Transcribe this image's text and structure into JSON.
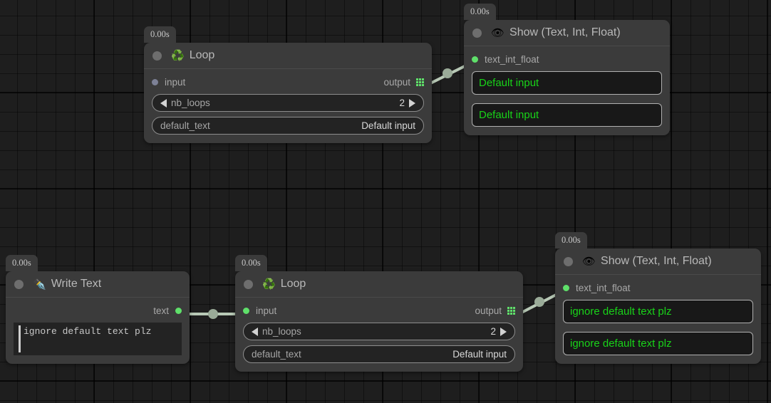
{
  "canvas": {
    "background_color": "#1e1e1e",
    "grid_line_color": "#000000",
    "accent_green": "#5fe06a",
    "display_text_green": "#18d318",
    "node_background": "#3b3b3b",
    "edge_color": "#b8c9b6"
  },
  "nodes": [
    {
      "id": "loop-1",
      "time_badge": "0.00s",
      "icon": "recycle-icon",
      "icon_glyph": "♻️",
      "title": "Loop",
      "ports": {
        "input_label": "input",
        "input_state": "unconnected",
        "output_label": "output"
      },
      "widgets": [
        {
          "kind": "stepper",
          "name": "nb_loops",
          "value": "2",
          "left_arrow": "decrement-arrow",
          "right_arrow": "increment-arrow"
        },
        {
          "kind": "text",
          "name": "default_text",
          "value": "Default input"
        }
      ]
    },
    {
      "id": "show-1",
      "time_badge": "0.00s",
      "icon": "eye-icon",
      "icon_glyph": "👁",
      "title": "Show (Text, Int, Float)",
      "ports": {
        "input_label": "text_int_float",
        "input_state": "connected"
      },
      "display_boxes": [
        "Default input",
        "Default input"
      ]
    },
    {
      "id": "write-text",
      "time_badge": "0.00s",
      "icon": "pen-nib-icon",
      "icon_glyph": "✒️",
      "title": "Write Text",
      "ports": {
        "output_label": "text",
        "output_state": "connected"
      },
      "text_area_value": "ignore default text plz"
    },
    {
      "id": "loop-2",
      "time_badge": "0.00s",
      "icon": "recycle-icon",
      "icon_glyph": "♻️",
      "title": "Loop",
      "ports": {
        "input_label": "input",
        "input_state": "connected",
        "output_label": "output"
      },
      "widgets": [
        {
          "kind": "stepper",
          "name": "nb_loops",
          "value": "2",
          "left_arrow": "decrement-arrow",
          "right_arrow": "increment-arrow"
        },
        {
          "kind": "text",
          "name": "default_text",
          "value": "Default input"
        }
      ]
    },
    {
      "id": "show-2",
      "time_badge": "0.00s",
      "icon": "eye-icon",
      "icon_glyph": "👁",
      "title": "Show (Text, Int, Float)",
      "ports": {
        "input_label": "text_int_float",
        "input_state": "connected"
      },
      "display_boxes": [
        "ignore default text plz",
        "ignore default text plz"
      ]
    }
  ],
  "edges": [
    {
      "id": "loop1-to-show1",
      "from": "loop-1.output",
      "to": "show-1.text_int_float"
    },
    {
      "id": "write-to-loop2",
      "from": "write-text.text",
      "to": "loop-2.input"
    },
    {
      "id": "loop2-to-show2",
      "from": "loop-2.output",
      "to": "show-2.text_int_float"
    }
  ]
}
